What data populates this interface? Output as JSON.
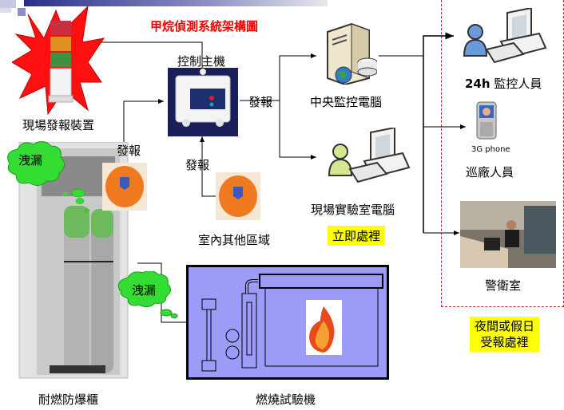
{
  "title": "甲烷偵測系統架構圖",
  "colors": {
    "title": "#e00000",
    "leak_cloud": "#33dd33",
    "highlight": "#ffff00",
    "machine_fill": "#9c9cf8",
    "dashed_border": "#c0202a",
    "sensor": "#f07a20",
    "header_bar": "#2a2f8a"
  },
  "nodes": {
    "alarm_device": {
      "label": "現場發報裝置",
      "icon": "tower-light-icon"
    },
    "controller": {
      "label": "控制主機",
      "icon": "control-box-icon"
    },
    "central_pc": {
      "label": "中央監控電腦",
      "icon": "server-icon"
    },
    "lab_pc": {
      "label": "現場實驗室電腦",
      "icon": "user-computer-icon"
    },
    "other_area": {
      "label": "室內其他區域",
      "icon": "gas-sensor-icon"
    },
    "cabinet": {
      "label": "耐燃防爆櫃",
      "icon": "gas-cabinet-icon"
    },
    "combustion": {
      "label": "燃燒試驗機",
      "icon": "combustion-machine-icon"
    },
    "monitor_24h": {
      "label_bold": "24h",
      "label": "監控人員",
      "icon": "user-computer-icon"
    },
    "patrol": {
      "label": "巡廠人員",
      "device_caption": "3G phone",
      "icon": "mobile-phone-icon"
    },
    "guard_room": {
      "label": "警衛室",
      "icon": "guard-room-photo"
    }
  },
  "edge_labels": {
    "report_right": "發報",
    "report_cabinet": "發報",
    "report_other": "發報"
  },
  "leaks": [
    "洩漏",
    "洩漏"
  ],
  "highlights": {
    "immediate": "立即處裡",
    "night": [
      "夜間或假日",
      "受報處裡"
    ]
  }
}
